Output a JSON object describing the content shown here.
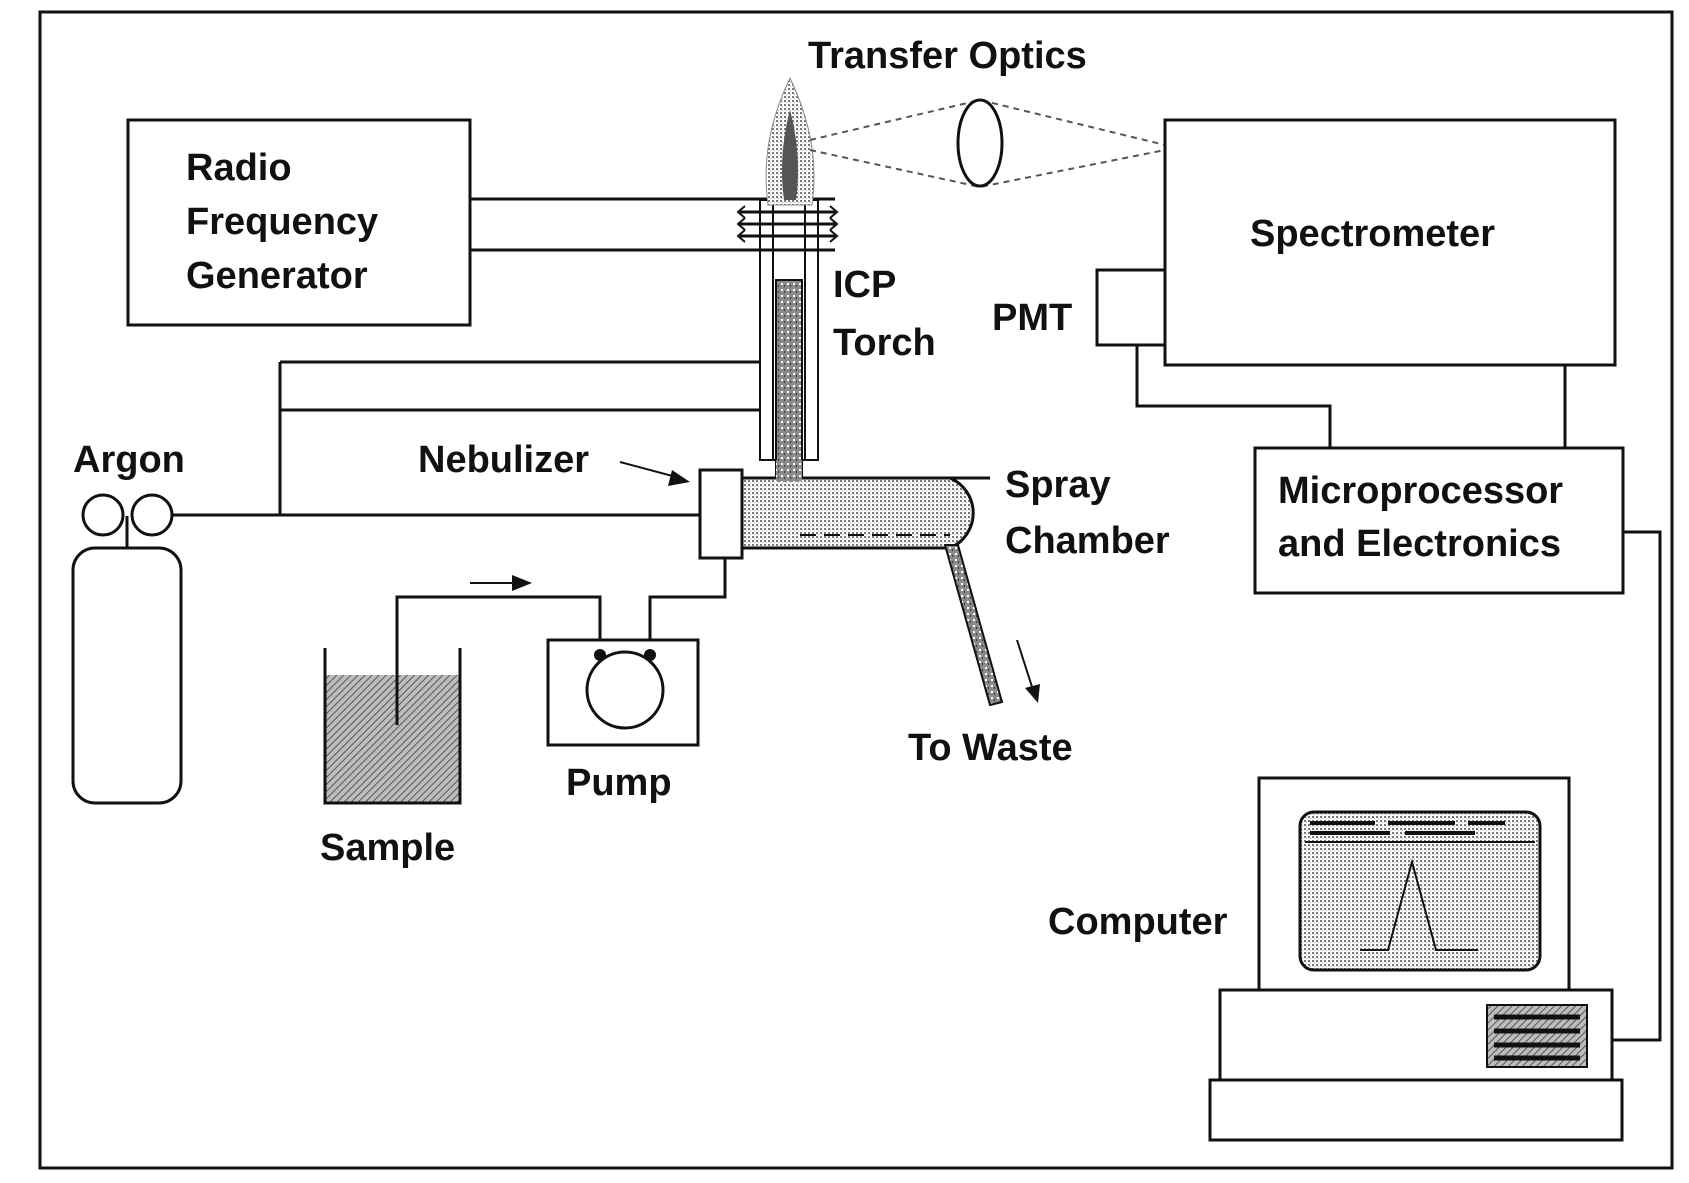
{
  "labels": {
    "transfer_optics": "Transfer Optics",
    "rf_line1": "Radio",
    "rf_line2": "Frequency",
    "rf_line3": "Generator",
    "spectrometer": "Spectrometer",
    "pmt": "PMT",
    "icp_line1": "ICP",
    "icp_line2": "Torch",
    "argon": "Argon",
    "nebulizer": "Nebulizer",
    "spray_line1": "Spray",
    "spray_line2": "Chamber",
    "micro_line1": "Microprocessor",
    "micro_line2": "and Electronics",
    "pump": "Pump",
    "to_waste": "To Waste",
    "sample": "Sample",
    "computer": "Computer"
  },
  "colors": {
    "line": "#111111",
    "shade": "#9a9a9a",
    "background": "#ffffff"
  }
}
